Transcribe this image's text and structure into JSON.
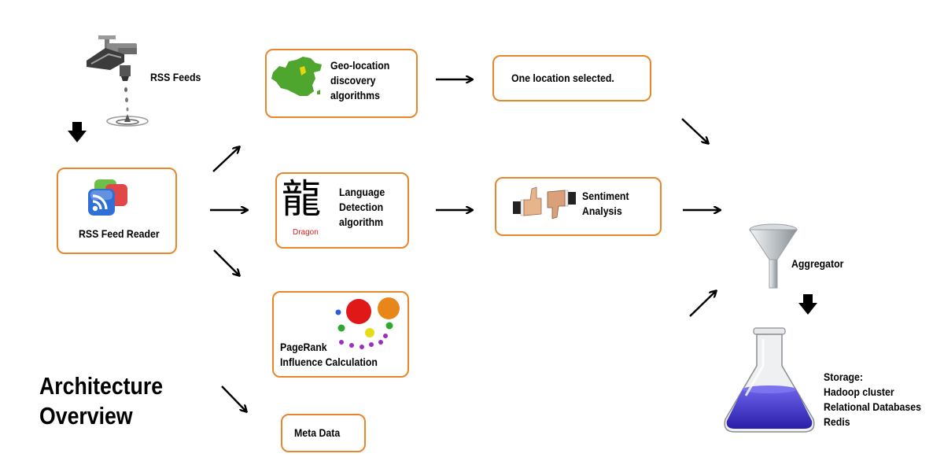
{
  "title": [
    "Architecture",
    "Overview"
  ],
  "nodes": {
    "rss_feeds": "RSS Feeds",
    "rss_reader": "RSS Feed Reader",
    "geo": [
      "Geo-location",
      "discovery",
      "algorithms"
    ],
    "language": [
      "Language",
      "Detection",
      "algorithm"
    ],
    "dragon_char": "龍",
    "dragon_word": "Dragon",
    "pagerank": [
      "PageRank",
      "Influence Calculation"
    ],
    "meta": "Meta Data",
    "location": "One location selected.",
    "sentiment": [
      "Sentiment",
      "Analysis"
    ],
    "aggregator": "Aggregator",
    "storage": [
      "Storage:",
      "Hadoop cluster",
      "Relational Databases",
      "Redis"
    ]
  },
  "colors": {
    "box_border": "#e8862a",
    "text": "#000000",
    "flask_liquid": "#3b2fc0"
  },
  "icons": [
    "faucet-icon",
    "rss-icon",
    "china-map-icon",
    "thumbs-icon",
    "graph-icon",
    "funnel-icon",
    "flask-icon"
  ]
}
